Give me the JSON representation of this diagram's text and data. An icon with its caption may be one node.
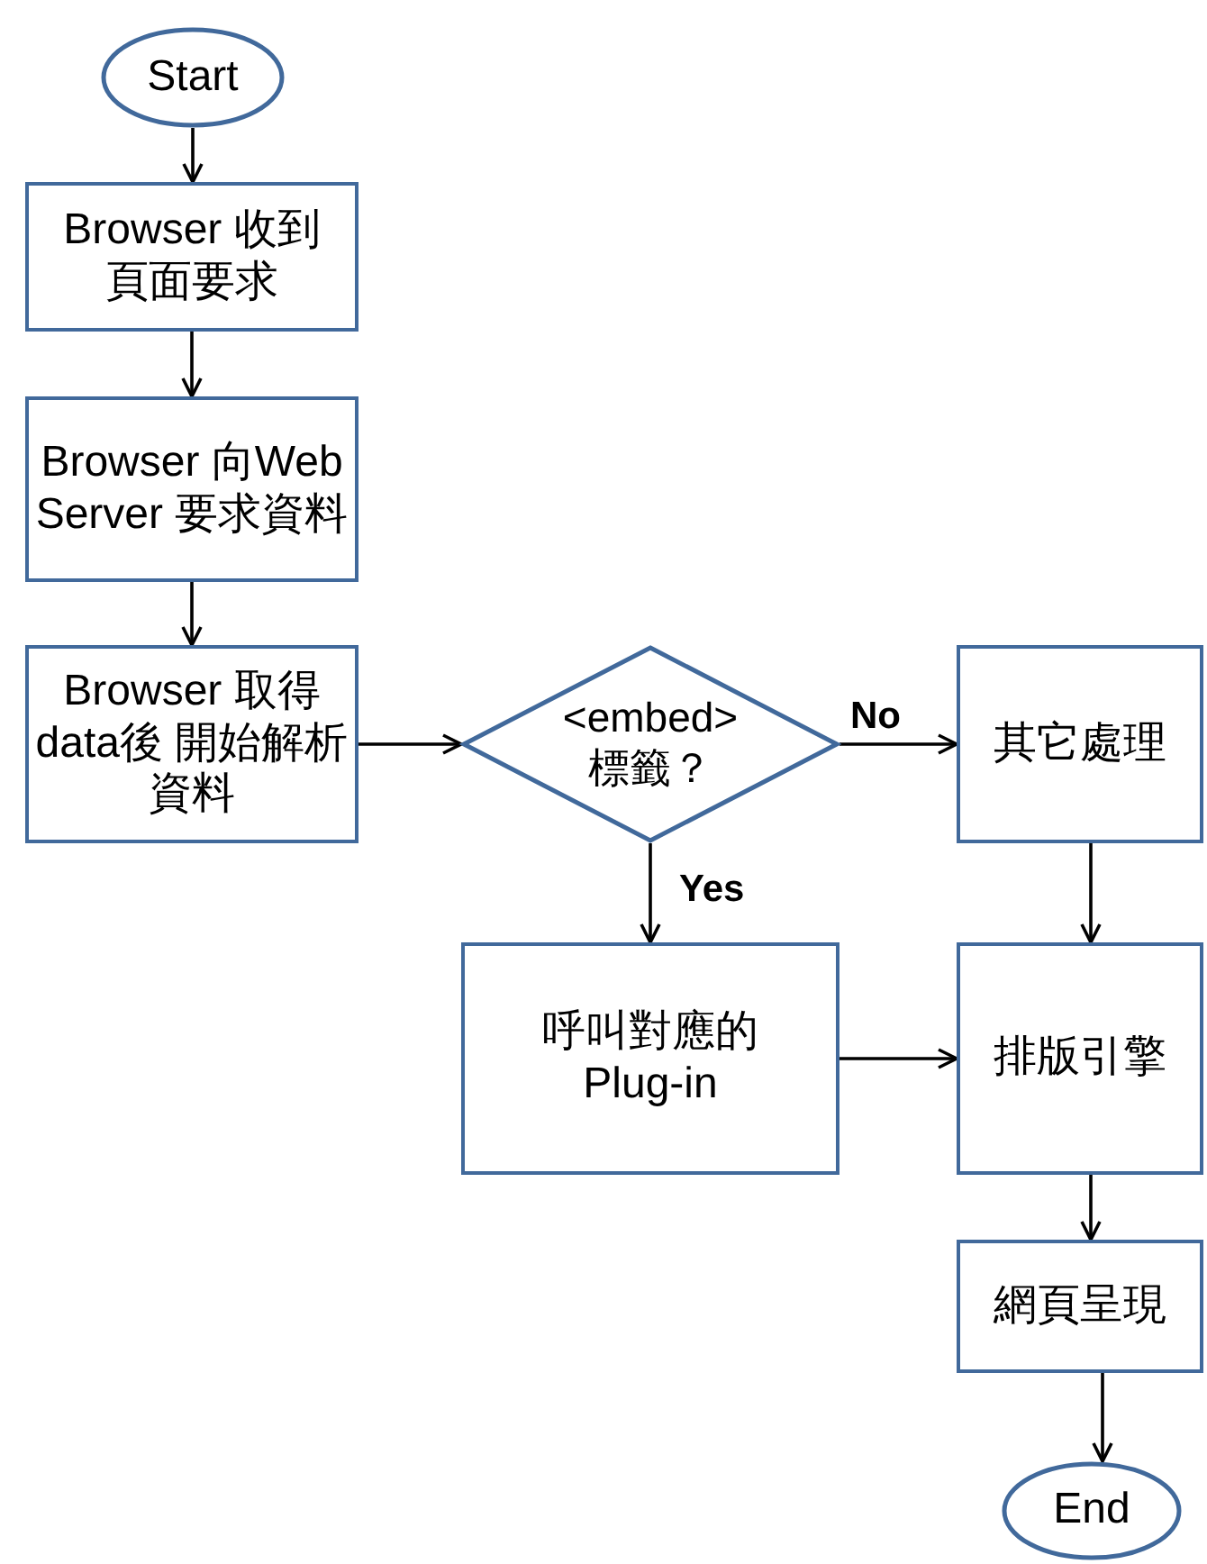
{
  "diagram": {
    "nodes": [
      {
        "text": [
          "Start"
        ]
      },
      {
        "text": [
          "Browser 收到頁面要求"
        ]
      },
      {
        "text": [
          "Browser 向Web Server 要求資料"
        ]
      },
      {
        "text": [
          "Browser 取得data後 開始解析資料"
        ]
      },
      {
        "text": [
          "<embed> 標籤？"
        ]
      },
      {
        "text": [
          "其它處理"
        ]
      },
      {
        "text": [
          "呼叫對應的 Plug-in"
        ]
      },
      {
        "text": [
          "排版引擎"
        ]
      },
      {
        "text": [
          "網頁呈現"
        ]
      },
      {
        "text": [
          "End"
        ]
      }
    ],
    "edges": [
      {
        "from": 0,
        "to": 1,
        "arrow": "to"
      },
      {
        "from": 1,
        "to": 2,
        "arrow": "to"
      },
      {
        "from": 2,
        "to": 3,
        "arrow": "to"
      },
      {
        "from": 3,
        "to": 4,
        "arrow": "to"
      },
      {
        "from": 4,
        "to": 5,
        "arrow": "to",
        "label": "No"
      },
      {
        "from": 4,
        "to": 6,
        "arrow": "to",
        "label": "Yes"
      },
      {
        "from": 5,
        "to": 7,
        "arrow": "to"
      },
      {
        "from": 6,
        "to": 7,
        "arrow": "to"
      },
      {
        "from": 7,
        "to": 8,
        "arrow": "to"
      },
      {
        "from": 8,
        "to": 9,
        "arrow": "to"
      }
    ]
  }
}
